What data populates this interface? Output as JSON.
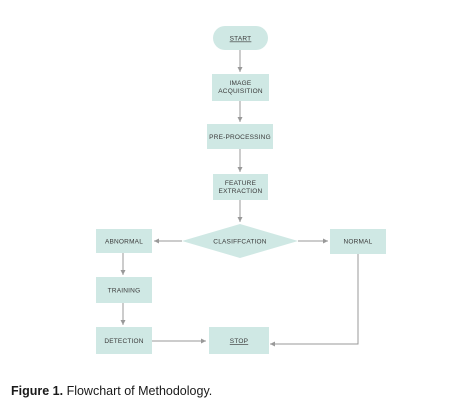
{
  "diagram": {
    "start": "START",
    "image_acquisition": [
      "IMAGE",
      "ACQUISITION"
    ],
    "pre_processing": "PRE-PROCESSING",
    "feature_extraction": [
      "FEATURE",
      "EXTRACTION"
    ],
    "classification": "CLASIFFCATION",
    "abnormal": "ABNORMAL",
    "normal": "NORMAL",
    "training": "TRAINING",
    "detection": "DETECTION",
    "stop": "STOP"
  },
  "caption": {
    "label": "Figure 1.",
    "text": " Flowchart of Methodology."
  },
  "colors": {
    "node_fill": "#cfe8e4",
    "connector": "#999999",
    "text": "#3a3a3a"
  }
}
